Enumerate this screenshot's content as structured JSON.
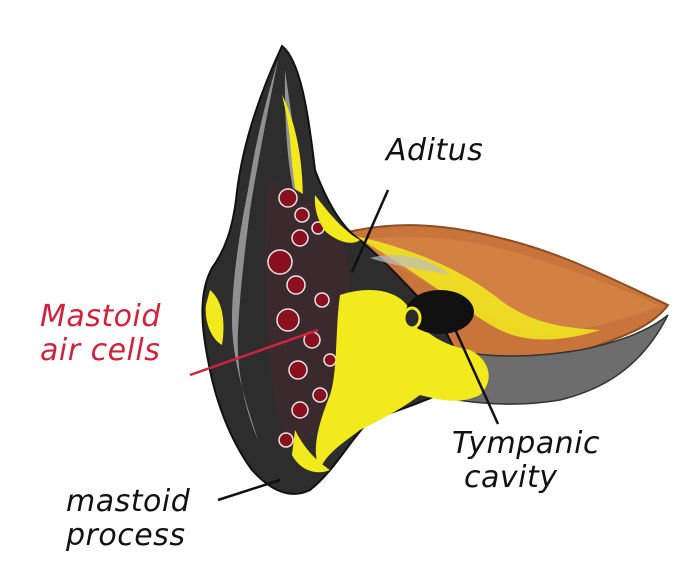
{
  "labels": {
    "aditus": "Aditus",
    "mastoid_air_cells_line1": "Mastoid",
    "mastoid_air_cells_line2": "air cells",
    "tympanic_cavity_line1": "Tympanic",
    "tympanic_cavity_line2": "cavity",
    "mastoid_process_line1": "mastoid",
    "mastoid_process_line2": "process"
  },
  "colors": {
    "label_black": "#111111",
    "label_red": "#d0223a",
    "bone_yellow": "#f2ea1c",
    "cortex_black": "#2a2a2a",
    "cell_red": "#8a1020",
    "petrous_orange": "#c8743a",
    "gray_mid": "#7d7d7d"
  }
}
